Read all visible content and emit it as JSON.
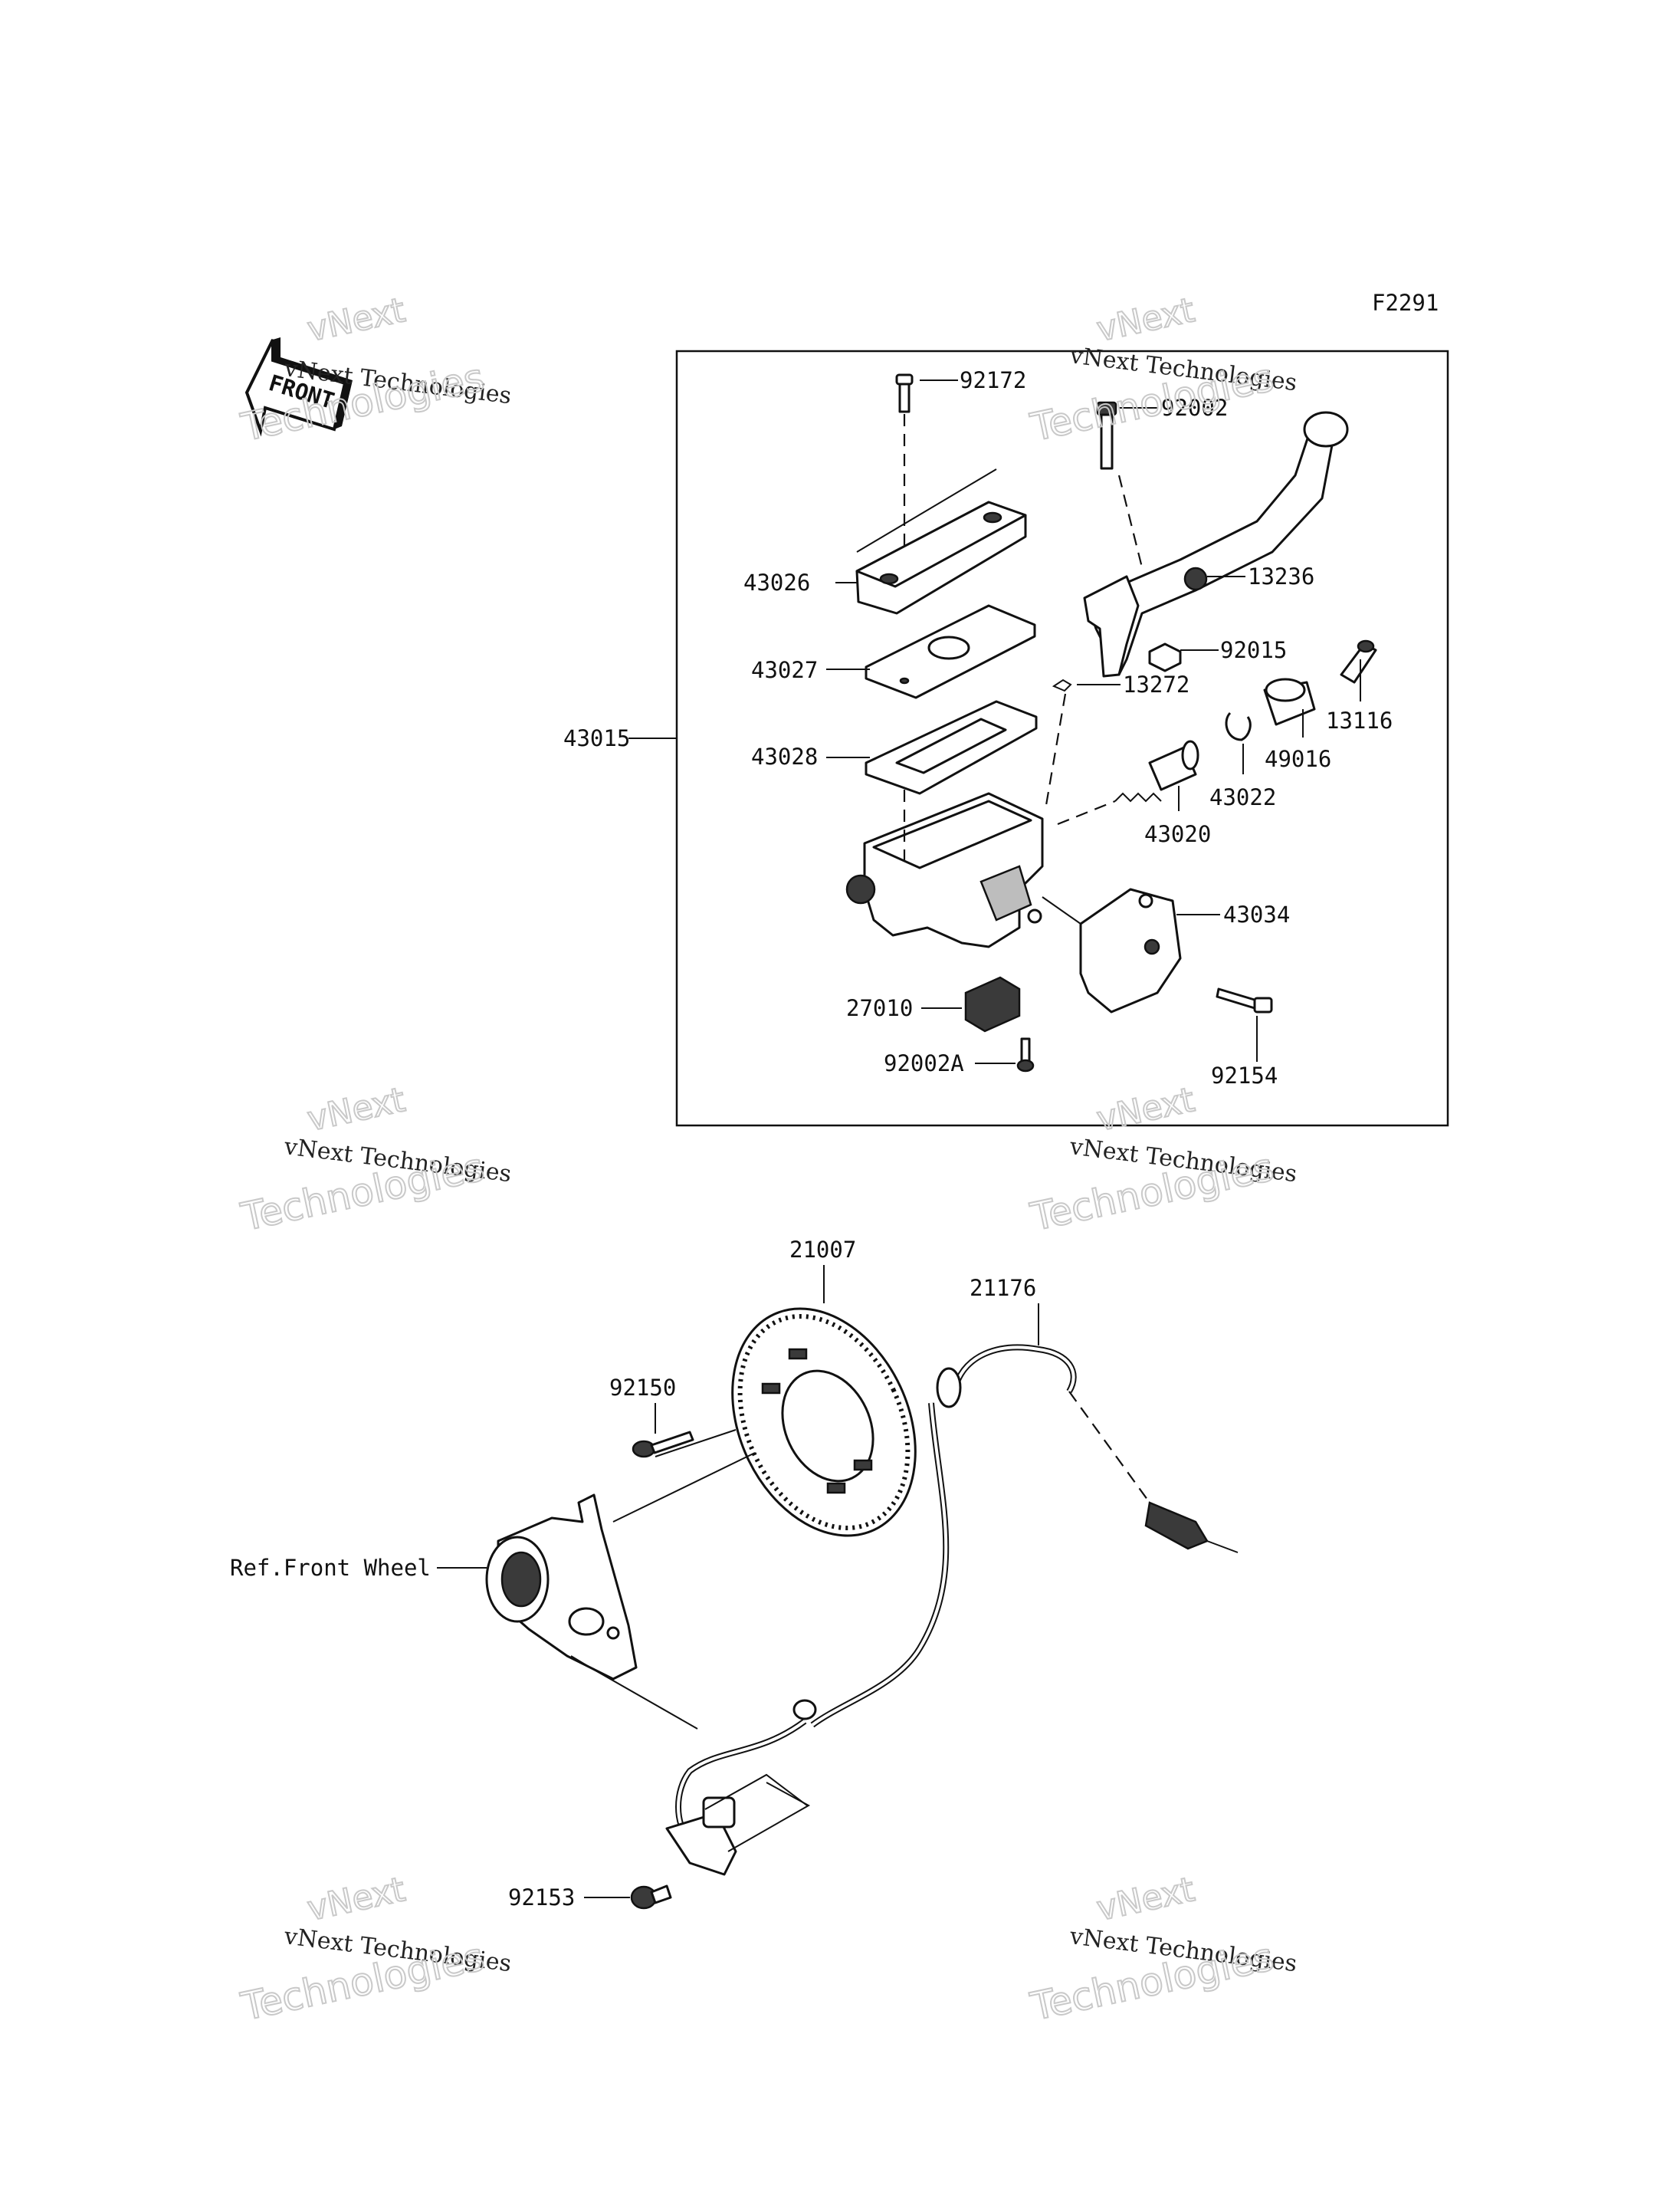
{
  "diagram_code": "F2291",
  "front_arrow_text": "FRONT",
  "watermark": {
    "line1": "vNext",
    "line2": "vNext Technologies",
    "line3": "Technologies"
  },
  "labels": {
    "p92172": "92172",
    "p92002": "92002",
    "p13236": "13236",
    "p43026": "43026",
    "p92015": "92015",
    "p43027": "43027",
    "p13272": "13272",
    "p13116": "13116",
    "p43015": "43015",
    "p43028": "43028",
    "p49016": "49016",
    "p43022": "43022",
    "p43020": "43020",
    "p43034": "43034",
    "p27010": "27010",
    "p92002A": "92002A",
    "p92154": "92154",
    "p21007": "21007",
    "p21176": "21176",
    "p92150": "92150",
    "ref_front_wheel": "Ref.Front Wheel",
    "p92153": "92153"
  }
}
